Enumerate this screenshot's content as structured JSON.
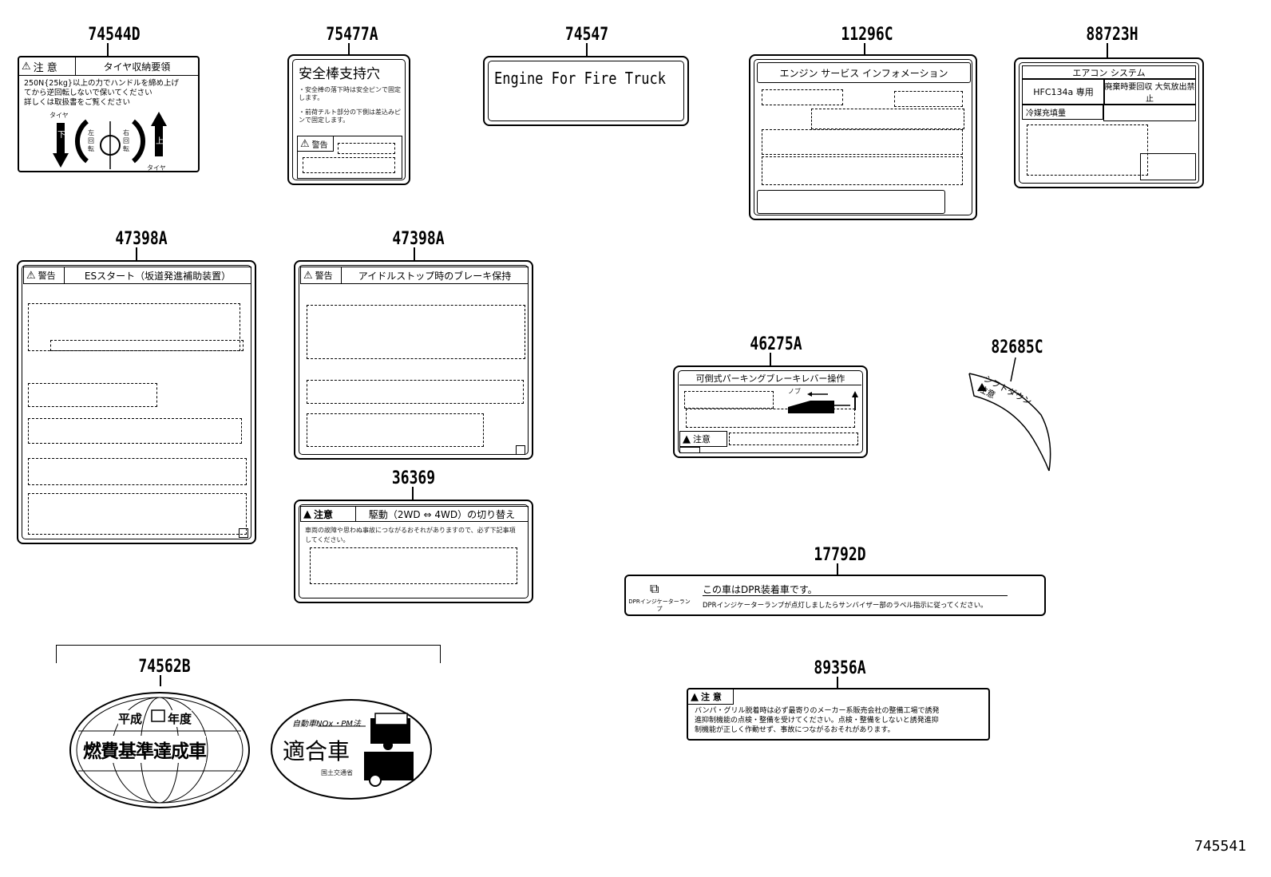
{
  "diagram": {
    "figure_number": "745541",
    "parts": {
      "p74544D": {
        "number": "74544D",
        "caution": "注 意",
        "title": "タイヤ収納要領",
        "text1": "250N{25kg}以上の力でハンドルを締め上げ",
        "text2": "てから逆回転しないで保いてください",
        "text3": "詳しくは取扱書をご覧ください",
        "down": "下",
        "up": "上",
        "left_rotate": "左回転",
        "right_rotate": "右回転",
        "tire": "タイヤ"
      },
      "p75477A": {
        "number": "75477A",
        "title": "安全棒支持穴",
        "bullet1": "・安全棒の落下時は安全ピンで固定します。",
        "bullet2": "・前荷チルト部分の下側は差込みピンで固定します。",
        "warning": "警告"
      },
      "p74547": {
        "number": "74547",
        "text": "Engine For Fire Truck"
      },
      "p11296C": {
        "number": "11296C",
        "title": "エンジン サービス インフォメーション"
      },
      "p88723H": {
        "number": "88723H",
        "title": "エアコン システム",
        "refrigerant": "HFC134a 専用",
        "disposal": "廃棄時要回収 大気放出禁止",
        "charge": "冷媒充填量"
      },
      "p47398A_1": {
        "number": "47398A",
        "warning": "警告",
        "title": "ESスタート（坂道発進補助装置）"
      },
      "p47398A_2": {
        "number": "47398A",
        "warning": "警告",
        "title": "アイドルストップ時のブレーキ保持"
      },
      "p36369": {
        "number": "36369",
        "caution": "注意",
        "title": "駆動（2WD ⇔ 4WD）の切り替え",
        "text1": "車両の故障や思わぬ事故につながるおそれがありますので、必ず下記事項",
        "text2": "してください。"
      },
      "p46275A": {
        "number": "46275A",
        "title": "可倒式パーキングブレーキレバー操作",
        "knob": "ノブ",
        "caution": "注意"
      },
      "p82685C": {
        "number": "82685C",
        "text": "シフトダウン注意"
      },
      "p17792D": {
        "number": "17792D",
        "main": "この車はDPR装着車です。",
        "sub": "DPRインジケーターランプが点灯しましたらサンバイザー部のラベル指示に従ってください。",
        "icon_caption": "DPRインジケーターランプ"
      },
      "p74562B": {
        "number": "74562B",
        "era_left": "平成",
        "era_right": "年度",
        "fuel": "燃費基準達成車",
        "nox_label": "自動車NOx・PM法",
        "compliant": "適合車",
        "ministry": "国土交通省"
      },
      "p89356A": {
        "number": "89356A",
        "caution": "注 意",
        "text1": "バンパ・グリル脱着時は必ず最寄りのメーカー系販売会社の整備工場で誘発",
        "text2": "進抑制機能の点検・整備を受けてください。点検・整備をしないと誘発進抑",
        "text3": "制機能が正しく作動せず、事故につながるおそれがあります。"
      }
    }
  }
}
